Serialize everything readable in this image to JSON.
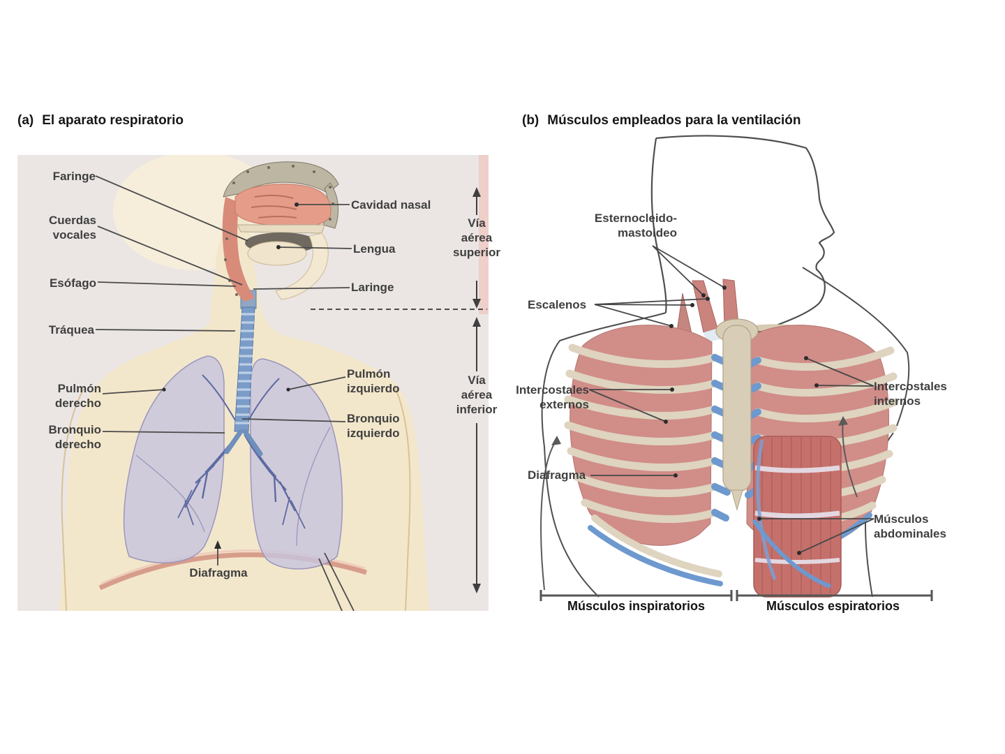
{
  "panel_a": {
    "title_prefix": "(a)",
    "title": "El aparato respiratorio",
    "labels": {
      "faringe": "Faringe",
      "cuerdas_vocales": "Cuerdas vocales",
      "esofago": "Esófago",
      "traquea": "Tráquea",
      "pulmon_derecho": "Pulmón derecho",
      "bronquio_derecho": "Bronquio derecho",
      "diafragma": "Diafragma",
      "cavidad_nasal": "Cavidad nasal",
      "lengua": "Lengua",
      "laringe": "Laringe",
      "pulmon_izquierdo": "Pulmón izquierdo",
      "bronquio_izquierdo": "Bronquio izquierdo",
      "via_aerea_superior": "Vía aérea superior",
      "via_aerea_inferior": "Vía aérea inferior"
    }
  },
  "panel_b": {
    "title_prefix": "(b)",
    "title": "Músculos empleados para la ventilación",
    "labels": {
      "esternocleidomastoideo": "Esternocleido-mastoideo",
      "escalenos": "Escalenos",
      "intercostales_externos": "Intercostales externos",
      "diafragma": "Diafragma",
      "intercostales_internos": "Intercostales internos",
      "musculos_abdominales": "Músculos abdominales",
      "musculos_inspiratorios": "Músculos inspiratorios",
      "musculos_espiratorios": "Músculos espiratorios"
    }
  },
  "colors": {
    "panel_a_background": "#ebe6e4",
    "skin": "#f3e7cb",
    "lung_lavender": "#c8c5dd",
    "bronchial_blue": "#5d6aa3",
    "trachea_blue": "#7b9cc8",
    "muscle_pink": "#d18d88",
    "rib_bone_tan": "#ded4bf",
    "cartilage_blue": "#6d99cf",
    "nasal_mucosa_salmon": "#e59d8a",
    "diaphragm_salmon": "#d79d8b",
    "abdominal_red": "#c5706b",
    "label_gray": "#3f3f3f",
    "line_gray": "#4a4a4a"
  }
}
